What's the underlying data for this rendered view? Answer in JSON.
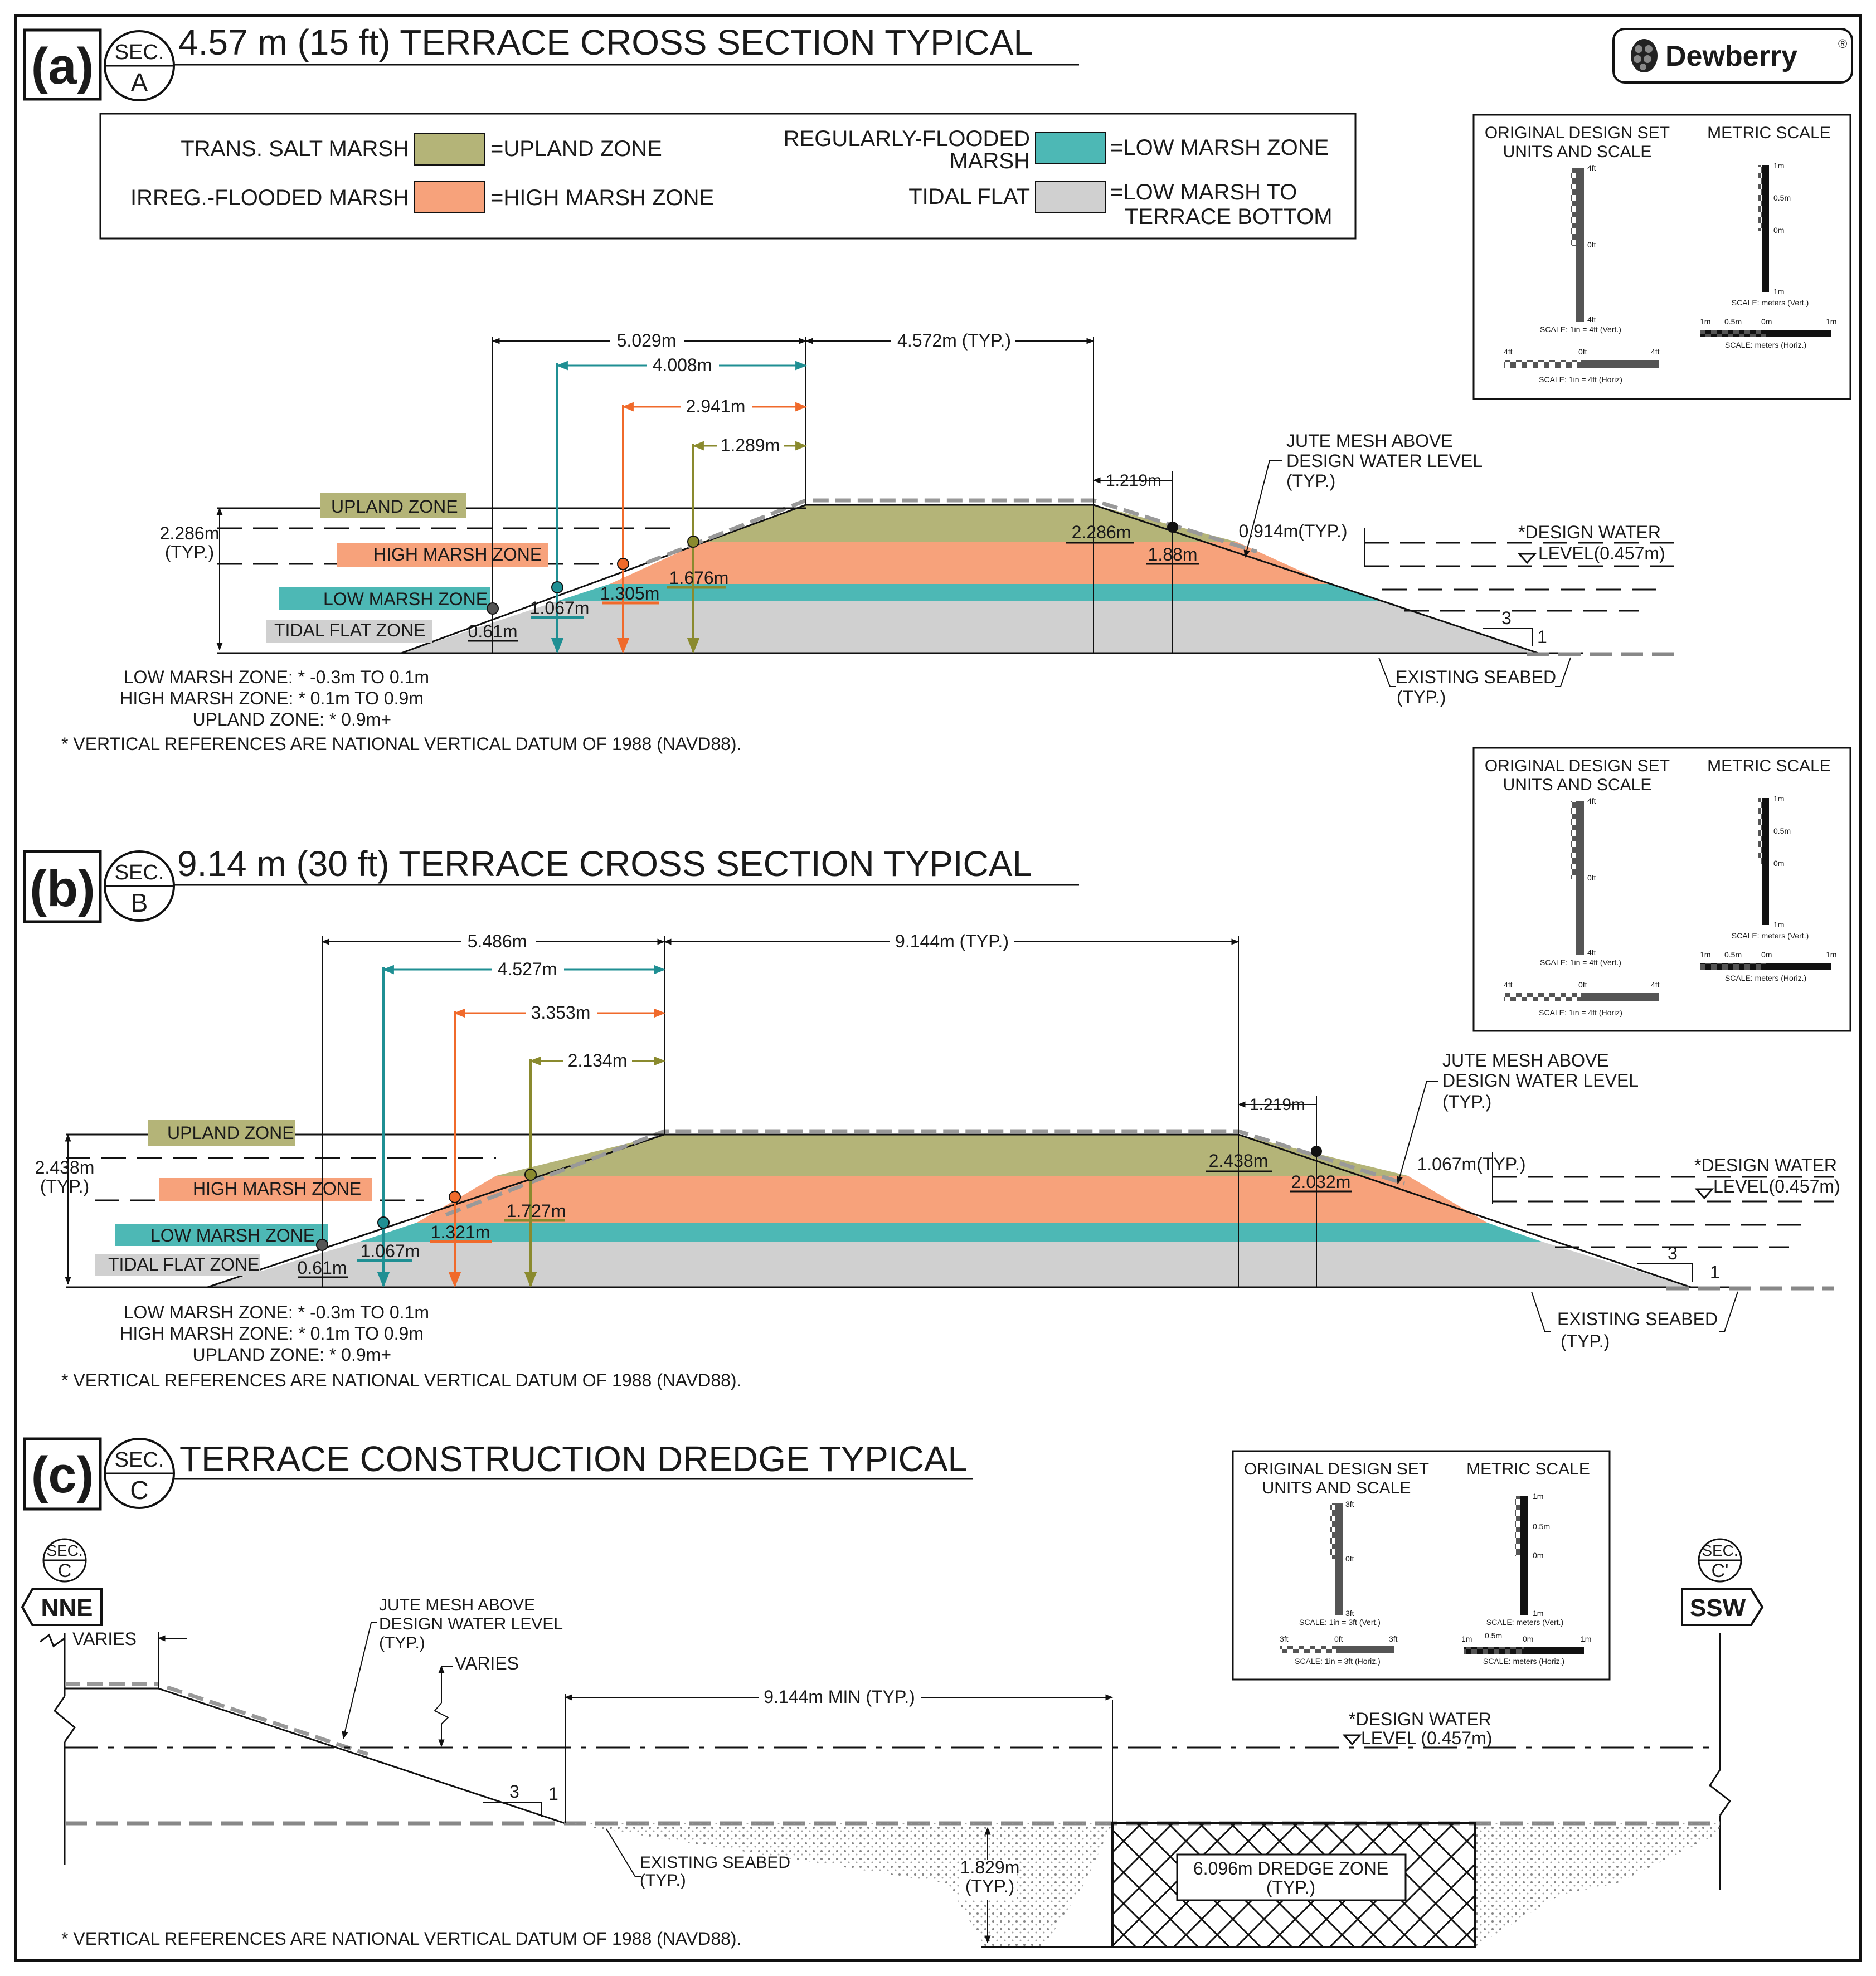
{
  "colors": {
    "upland": "#b4b478",
    "high_marsh": "#f7a27b",
    "low_marsh": "#4db8b5",
    "tidal_flat": "#d0d0d0",
    "teal_dim": "#1f8f93",
    "orange_dim": "#f06a2b",
    "olive_dim": "#8a8a2e"
  },
  "logo": {
    "text": "Dewberry",
    "mark": "®",
    "icon": "dewberry-berry-icon"
  },
  "legend": {
    "rows": [
      {
        "label": "TRANS. SALT MARSH",
        "zone": "=UPLAND ZONE",
        "color": "upland"
      },
      {
        "label": "IRREG.-FLOODED MARSH",
        "zone": "=HIGH MARSH ZONE",
        "color": "high_marsh"
      },
      {
        "label_line1": "REGULARLY-FLOODED",
        "label_line2": "MARSH",
        "zone": "=LOW MARSH ZONE",
        "color": "low_marsh"
      },
      {
        "label": "TIDAL FLAT",
        "zone_line1": "=LOW MARSH TO",
        "zone_line2": "TERRACE BOTTOM",
        "color": "tidal_flat"
      }
    ]
  },
  "scale_box": {
    "orig_line1": "ORIGINAL DESIGN SET",
    "orig_line2": "UNITS AND SCALE",
    "metric": "METRIC SCALE",
    "ab": {
      "v_top": "4ft",
      "v_mid": "0ft",
      "v_bot": "4ft",
      "v_caption": "SCALE: 1in = 4ft (Vert.)",
      "h_left": "4ft",
      "h_mid": "0ft",
      "h_right": "4ft",
      "h_caption": "SCALE: 1in = 4ft (Horiz)"
    },
    "c": {
      "v_top": "3ft",
      "v_mid": "0ft",
      "v_bot": "3ft",
      "v_caption": "SCALE: 1in = 3ft (Vert.)",
      "h_left": "3ft",
      "h_mid": "0ft",
      "h_right": "3ft",
      "h_caption": "SCALE: 1in = 3ft (Horiz.)"
    },
    "m": {
      "v_top": "1m",
      "v_mid": "0.5m",
      "v_zero": "0m",
      "v_bot": "1m",
      "v_caption": "SCALE: meters (Vert.)",
      "h_a": "1m",
      "h_b": "0.5m",
      "h_c": "0m",
      "h_d": "1m",
      "h_caption": "SCALE: meters (Horiz.)"
    }
  },
  "sec_a": {
    "letter": "(a)",
    "bubble_top": "SEC.",
    "bubble_bottom": "A",
    "title": "4.57 m (15 ft) TERRACE CROSS SECTION TYPICAL",
    "dims": {
      "d1": "5.029m",
      "d2": "4.572m (TYP.)",
      "d3": "4.008m",
      "d4": "2.941m",
      "d5": "1.289m",
      "d6": "1.219m",
      "height": "2.286m",
      "height_typ": "(TYP.)",
      "crest_height": "2.286m",
      "slope_pt": "1.88m",
      "freeboard": "0.914m(TYP.)",
      "h_olive": "1.676m",
      "h_orange": "1.305m",
      "h_teal": "1.067m",
      "h_dark": "0.61m"
    },
    "zones": {
      "upland": "UPLAND ZONE",
      "high": "HIGH MARSH ZONE",
      "low": "LOW MARSH ZONE",
      "tidal": "TIDAL FLAT ZONE"
    },
    "jute": [
      "JUTE MESH ABOVE",
      "DESIGN WATER LEVEL",
      "(TYP.)"
    ],
    "dwl": [
      "*DESIGN WATER",
      "LEVEL(0.457m)"
    ],
    "slope": {
      "run": "3",
      "rise": "1"
    },
    "seabed": [
      "EXISTING SEABED",
      "(TYP.)"
    ],
    "notes": [
      "LOW MARSH ZONE: * -0.3m TO 0.1m",
      "HIGH MARSH ZONE: * 0.1m TO 0.9m",
      "UPLAND ZONE: * 0.9m+"
    ],
    "footnote": "* VERTICAL REFERENCES ARE NATIONAL VERTICAL DATUM OF 1988 (NAVD88)."
  },
  "sec_b": {
    "letter": "(b)",
    "bubble_top": "SEC.",
    "bubble_bottom": "B",
    "title": "9.14 m (30 ft) TERRACE CROSS SECTION TYPICAL",
    "dims": {
      "d1": "5.486m",
      "d2": "9.144m (TYP.)",
      "d3": "4.527m",
      "d4": "3.353m",
      "d5": "2.134m",
      "d6": "1.219m",
      "height": "2.438m",
      "height_typ": "(TYP.)",
      "crest_height": "2.438m",
      "slope_pt": "2.032m",
      "freeboard": "1.067m(TYP.)",
      "h_olive": "1.727m",
      "h_orange": "1.321m",
      "h_teal": "1.067m",
      "h_dark": "0.61m"
    },
    "zones": {
      "upland": "UPLAND ZONE",
      "high": "HIGH MARSH ZONE",
      "low": "LOW MARSH ZONE",
      "tidal": "TIDAL FLAT ZONE"
    },
    "jute": [
      "JUTE MESH ABOVE",
      "DESIGN WATER LEVEL",
      "(TYP.)"
    ],
    "dwl": [
      "*DESIGN WATER",
      "LEVEL(0.457m)"
    ],
    "slope": {
      "run": "3",
      "rise": "1"
    },
    "seabed": [
      "EXISTING SEABED",
      "(TYP.)"
    ],
    "notes": [
      "LOW MARSH ZONE: * -0.3m TO 0.1m",
      "HIGH MARSH ZONE: * 0.1m TO 0.9m",
      "UPLAND ZONE: * 0.9m+"
    ],
    "footnote": "* VERTICAL REFERENCES ARE NATIONAL VERTICAL DATUM OF 1988 (NAVD88)."
  },
  "sec_c": {
    "letter": "(c)",
    "bubble_top": "SEC.",
    "bubble_bottom": "C",
    "title": "TERRACE CONSTRUCTION DREDGE TYPICAL",
    "left_marker": {
      "top": "SEC.",
      "bottom": "C",
      "dir": "NNE"
    },
    "right_marker": {
      "top": "SEC.",
      "bottom": "C'",
      "dir": "SSW"
    },
    "varies1": "VARIES",
    "varies2": "VARIES",
    "jute": [
      "JUTE MESH ABOVE",
      "DESIGN WATER LEVEL",
      "(TYP.)"
    ],
    "min_width": "9.144m MIN (TYP.)",
    "dwl": [
      "*DESIGN WATER",
      "LEVEL (0.457m)"
    ],
    "slope": {
      "run": "3",
      "rise": "1"
    },
    "seabed": [
      "EXISTING SEABED",
      "(TYP.)"
    ],
    "depth": [
      "1.829m",
      "(TYP.)"
    ],
    "dredge": [
      "6.096m DREDGE ZONE",
      "(TYP.)"
    ],
    "footnote": "* VERTICAL REFERENCES ARE NATIONAL VERTICAL DATUM OF 1988 (NAVD88)."
  }
}
